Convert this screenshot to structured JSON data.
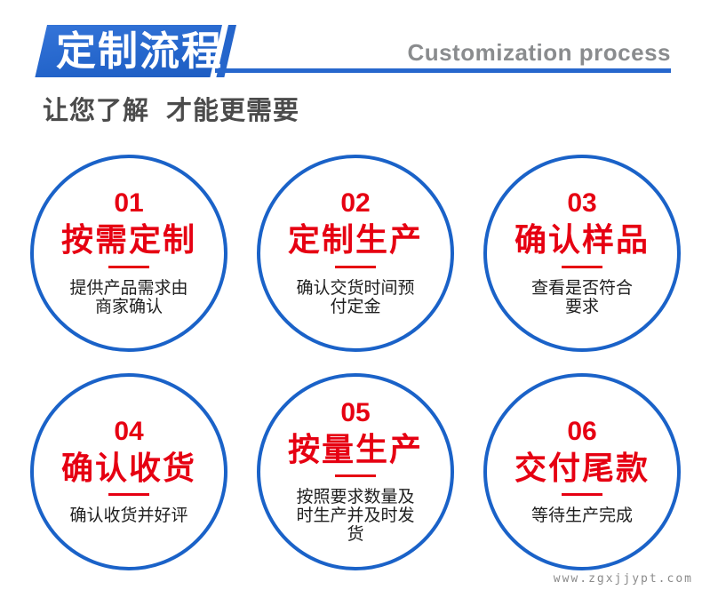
{
  "header": {
    "title_cn": "定制流程",
    "title_en": "Customization process",
    "subtitle": "让您了解 才能更需要"
  },
  "steps": [
    {
      "number": "01",
      "title": "按需定制",
      "desc": "提供产品需求由\n商家确认"
    },
    {
      "number": "02",
      "title": "定制生产",
      "desc": "确认交货时间预\n付定金"
    },
    {
      "number": "03",
      "title": "确认样品",
      "desc": "查看是否符合\n要求"
    },
    {
      "number": "04",
      "title": "确认收货",
      "desc": "确认收货并好评"
    },
    {
      "number": "05",
      "title": "按量生产",
      "desc": "按照要求数量及\n时生产并及时发\n货"
    },
    {
      "number": "06",
      "title": "交付尾款",
      "desc": "等待生产完成"
    }
  ],
  "watermark": "www.zgxjjypt.com",
  "colors": {
    "ribbon_blue_start": "#3474d8",
    "ribbon_blue_end": "#1e5dc2",
    "line_blue": "#2767cd",
    "circle_border_blue": "#1a62c8",
    "accent_red": "#e60012",
    "subtitle_gray": "#4b4b4b",
    "english_gray": "#8a8c8e",
    "desc_dark": "#1f1f1f",
    "watermark_gray": "#8b8b8b"
  }
}
